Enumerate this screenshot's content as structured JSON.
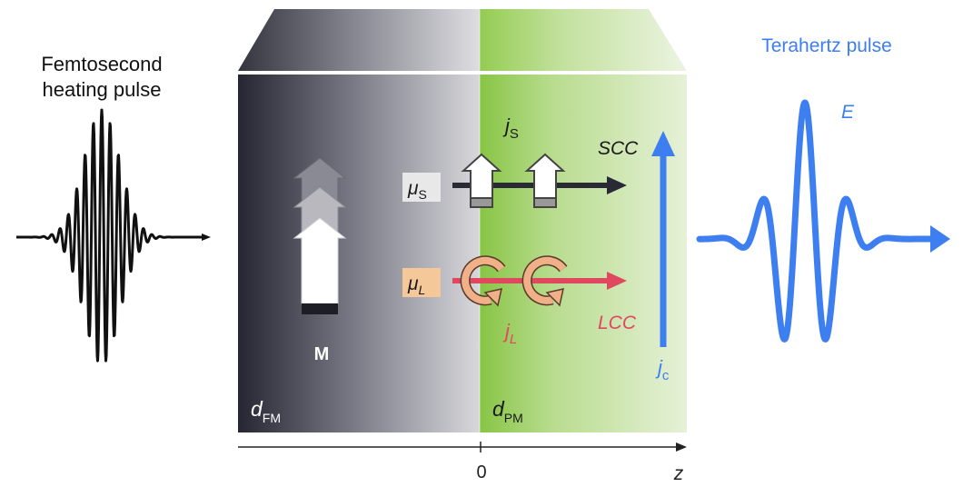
{
  "left_label": {
    "line1": "Femtosecond",
    "line2": "heating pulse"
  },
  "right_label": {
    "title": "Terahertz pulse",
    "field": "E"
  },
  "layers": {
    "fm": {
      "symbol": "d",
      "subscript": "FM"
    },
    "pm": {
      "symbol": "d",
      "subscript": "PM"
    }
  },
  "magnetization_label": "M",
  "spin": {
    "potential_symbol": "μ",
    "potential_sub": "S",
    "current_symbol": "j",
    "current_sub": "S",
    "conversion": "SCC"
  },
  "orbital": {
    "potential_symbol": "μ",
    "potential_sub": "L",
    "current_symbol": "j",
    "current_sub": "L",
    "conversion": "LCC"
  },
  "charge_current": {
    "symbol": "j",
    "sub": "c"
  },
  "axis": {
    "zero": "0",
    "label": "z"
  },
  "colors": {
    "terahertz_blue": "#3d7ef0",
    "orbital_red": "#e04860",
    "orbital_fill": "#f0b088",
    "pm_green": "#8cc84a",
    "fm_dark": "#2a2a36",
    "spin_box": "#e8e8e8",
    "orbital_box": "#f5c89a"
  }
}
